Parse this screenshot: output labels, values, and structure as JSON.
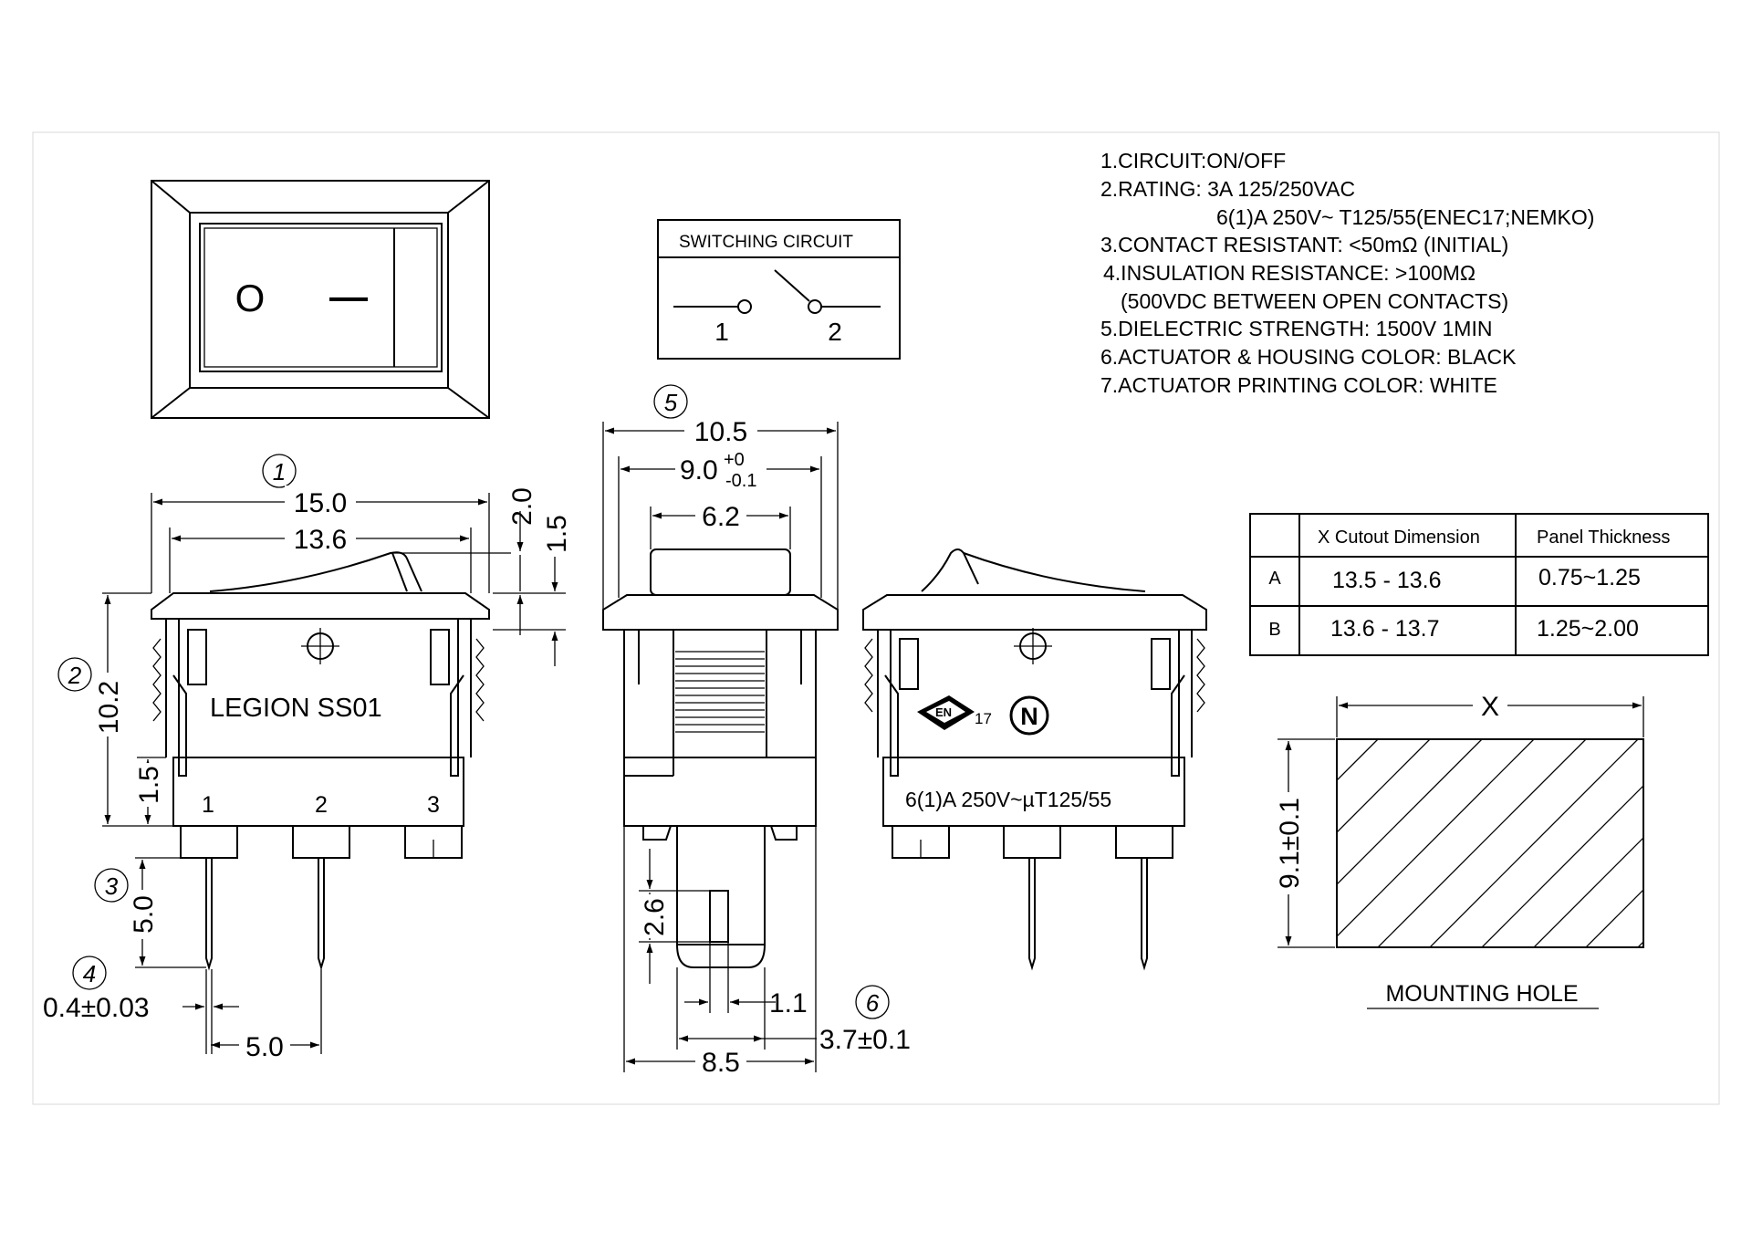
{
  "specs": [
    "1.CIRCUIT:ON/OFF",
    "2.RATING: 3A 125/250VAC",
    "6(1)A 250V~ T125/55(ENEC17;NEMKO)",
    "3.CONTACT RESISTANT: <50mΩ (INITIAL)",
    "4.INSULATION RESISTANCE: >100MΩ",
    "(500VDC BETWEEN OPEN CONTACTS)",
    "5.DIELECTRIC STRENGTH: 1500V  1MIN",
    "6.ACTUATOR & HOUSING COLOR: BLACK",
    "7.ACTUATOR PRINTING COLOR: WHITE"
  ],
  "switching_circuit": {
    "title": "SWITCHING CIRCUIT",
    "terminal_1": "1",
    "terminal_2": "2"
  },
  "front_view": {
    "symbol_on": "O",
    "symbol_off": "—"
  },
  "side_view": {
    "brand": "LEGION  SS01",
    "pins": [
      "1",
      "2",
      "3"
    ],
    "dims": {
      "width_total": "15.0",
      "width_inner": "13.6",
      "rocker_height": "2.0",
      "flange_height": "1.5",
      "body_height": "10.2",
      "lower_height": "1.5",
      "pin_length": "5.0",
      "pin_thickness": "0.4±0.03",
      "pin_pitch": "5.0"
    },
    "callouts": [
      "1",
      "2",
      "3",
      "4"
    ]
  },
  "end_view": {
    "dims": {
      "width_total": "10.5",
      "width_inner": "9.0",
      "tol_upper": "+0",
      "tol_lower": "-0.1",
      "actuator_width": "6.2",
      "slot_height": "2.6",
      "slot_offset": "1.1",
      "body_width": "8.5",
      "clip_width": "3.7±0.1"
    },
    "callouts": [
      "5",
      "6"
    ]
  },
  "back_view": {
    "rating": "6(1)A 250V~µT125/55",
    "enec_number": "17",
    "nemko": "N"
  },
  "cutout_table": {
    "headers": [
      "X  Cutout Dimension",
      "Panel Thickness"
    ],
    "rows": [
      {
        "label": "A",
        "cutout": "13.5 - 13.6",
        "panel": "0.75~1.25"
      },
      {
        "label": "B",
        "cutout": "13.6 - 13.7",
        "panel": "1.25~2.00"
      }
    ]
  },
  "mounting_hole": {
    "x_label": "X",
    "height": "9.1±0.1",
    "title": "MOUNTING HOLE"
  }
}
